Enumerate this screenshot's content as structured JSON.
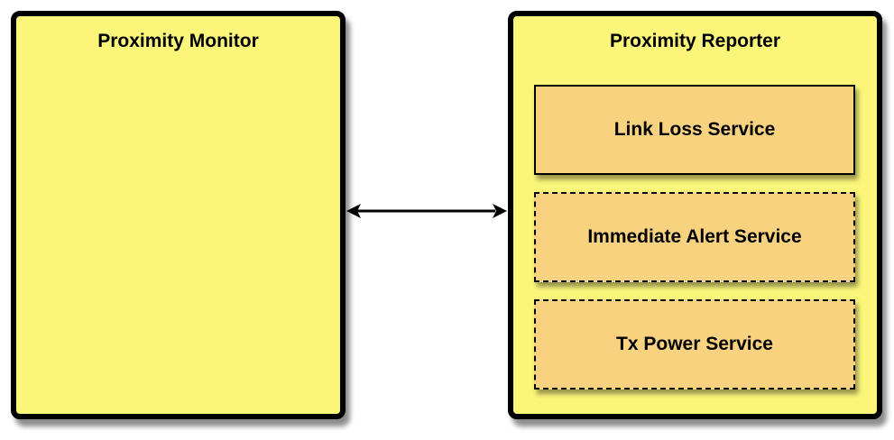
{
  "colors": {
    "panel_fill": "#fbf57a",
    "service_fill": "#f8d27f",
    "border": "#000000",
    "arrow": "#000000"
  },
  "monitor": {
    "title": "Proximity Monitor"
  },
  "reporter": {
    "title": "Proximity Reporter",
    "services": [
      {
        "label": "Link Loss Service",
        "border_style": "solid"
      },
      {
        "label": "Immediate Alert Service",
        "border_style": "dashed"
      },
      {
        "label": "Tx Power Service",
        "border_style": "dashed"
      }
    ]
  },
  "connector": {
    "type": "bidirectional-arrow",
    "from": "Proximity Monitor",
    "to": "Proximity Reporter"
  }
}
